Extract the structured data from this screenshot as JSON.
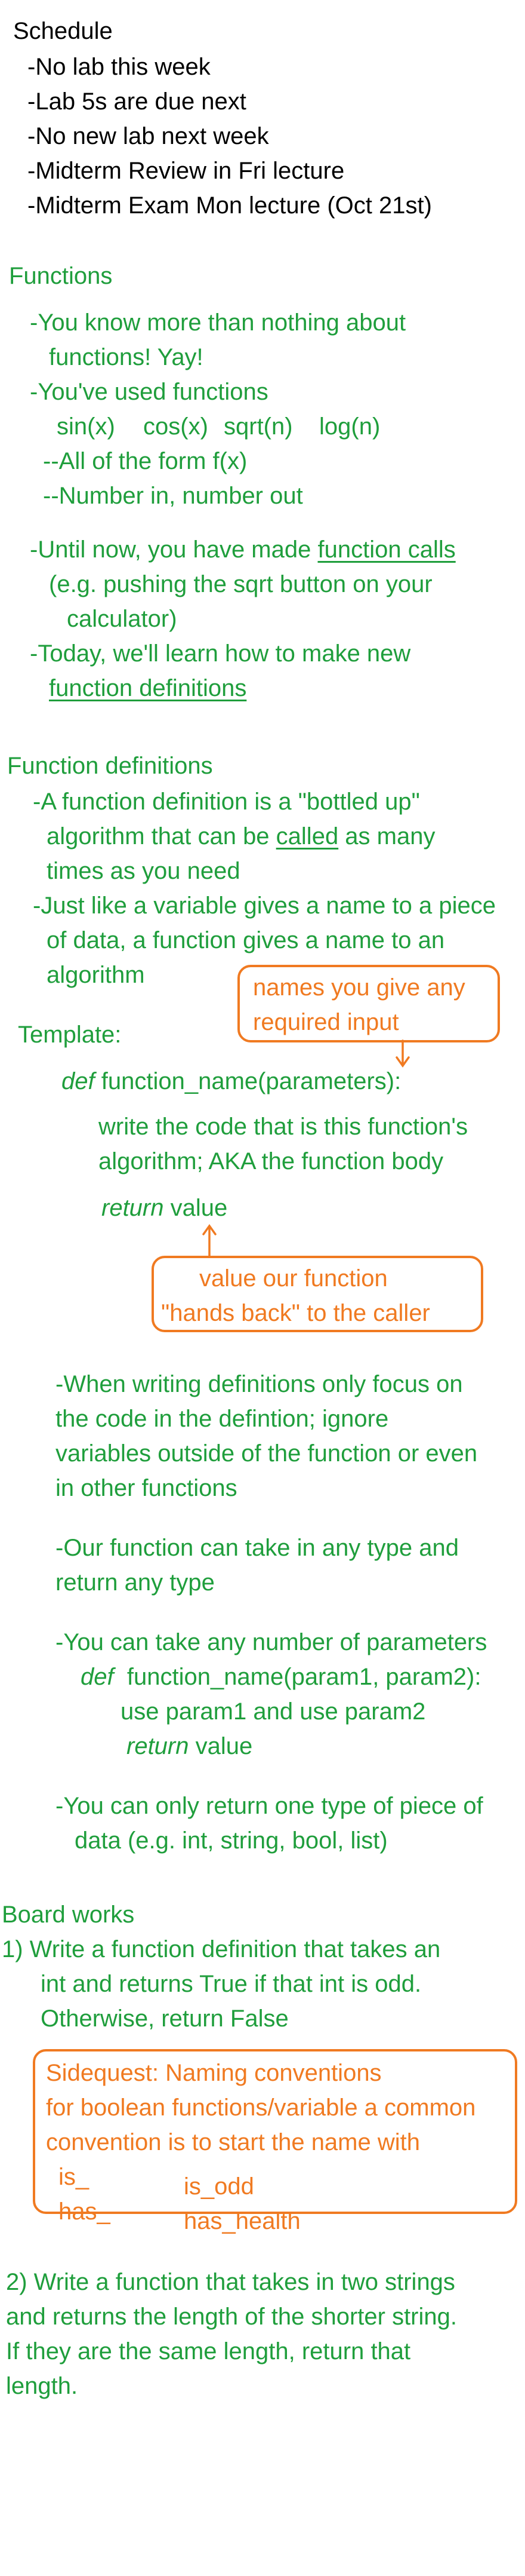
{
  "colors": {
    "black": "#000000",
    "green": "#1f9e3c",
    "orange": "#f07a21"
  },
  "schedule": {
    "title": "Schedule",
    "items": [
      "-No lab this week",
      "-Lab 5s are due next",
      "-No new lab next week",
      "-Midterm Review in Fri lecture",
      "-Midterm Exam Mon lecture (Oct 21st)"
    ]
  },
  "functions": {
    "title": "Functions",
    "l1": "-You know more than nothing about",
    "l2": "functions! Yay!",
    "l3": "-You've used functions",
    "examples": [
      "sin(x)",
      "cos(x)",
      "sqrt(n)",
      "log(n)"
    ],
    "l4": "--All of the form f(x)",
    "l5": "--Number in, number out",
    "calls_pre": "-Until now, you have made ",
    "calls_u": "function calls",
    "calls_2": "(e.g. pushing the sqrt button on your",
    "calls_3": "calculator)",
    "today": "-Today, we'll learn how to make new",
    "defs_u": "function definitions"
  },
  "definitions": {
    "title": "Function definitions",
    "a1": "-A function definition is a \"bottled up\"",
    "a2_pre": "algorithm that can be ",
    "a2_u": "called",
    "a2_post": " as many",
    "a3": "times as you need",
    "b1": "-Just like a variable gives a name to a piece",
    "b2": "of data, a function gives a name to an",
    "b3": "algorithm"
  },
  "template": {
    "title": "Template:",
    "params_note": [
      "names you give any",
      "required input"
    ],
    "def_kw": "def",
    "signature": "function_name(parameters):",
    "body_1": "write the code that is this function's",
    "body_2": "algorithm; AKA the function body",
    "return_kw": "return",
    "return_val": "value",
    "value_note": [
      "value our function",
      "\"hands back\" to the caller"
    ]
  },
  "notes": {
    "n1": [
      "-When writing definitions only focus on",
      "the code in the defintion; ignore",
      "variables outside of the function or even",
      "in other functions"
    ],
    "n2": [
      "-Our function can take in any type and",
      "return any type"
    ],
    "n3": "-You can take any number of parameters",
    "def_kw": "def",
    "signature2": "function_name(param1, param2):",
    "use": "use param1 and use param2",
    "return_kw": "return",
    "return_val": "value",
    "n4": [
      "-You can only return one type of piece of",
      "data (e.g. int, string, bool, list)"
    ]
  },
  "board": {
    "title": "Board works",
    "q1": [
      "1) Write a function definition that takes an",
      "int and returns True if that int is odd.",
      "Otherwise, return False"
    ],
    "sidequest": [
      "Sidequest: Naming conventions",
      "for boolean functions/variable a common",
      "convention is to start the name with"
    ],
    "prefixes": [
      "is_",
      "has_"
    ],
    "names": [
      "is_odd",
      "has_health"
    ],
    "q2": [
      "2) Write a function that takes in two strings",
      "and returns the length of the shorter string.",
      "If they are the same length, return that",
      "length."
    ]
  }
}
